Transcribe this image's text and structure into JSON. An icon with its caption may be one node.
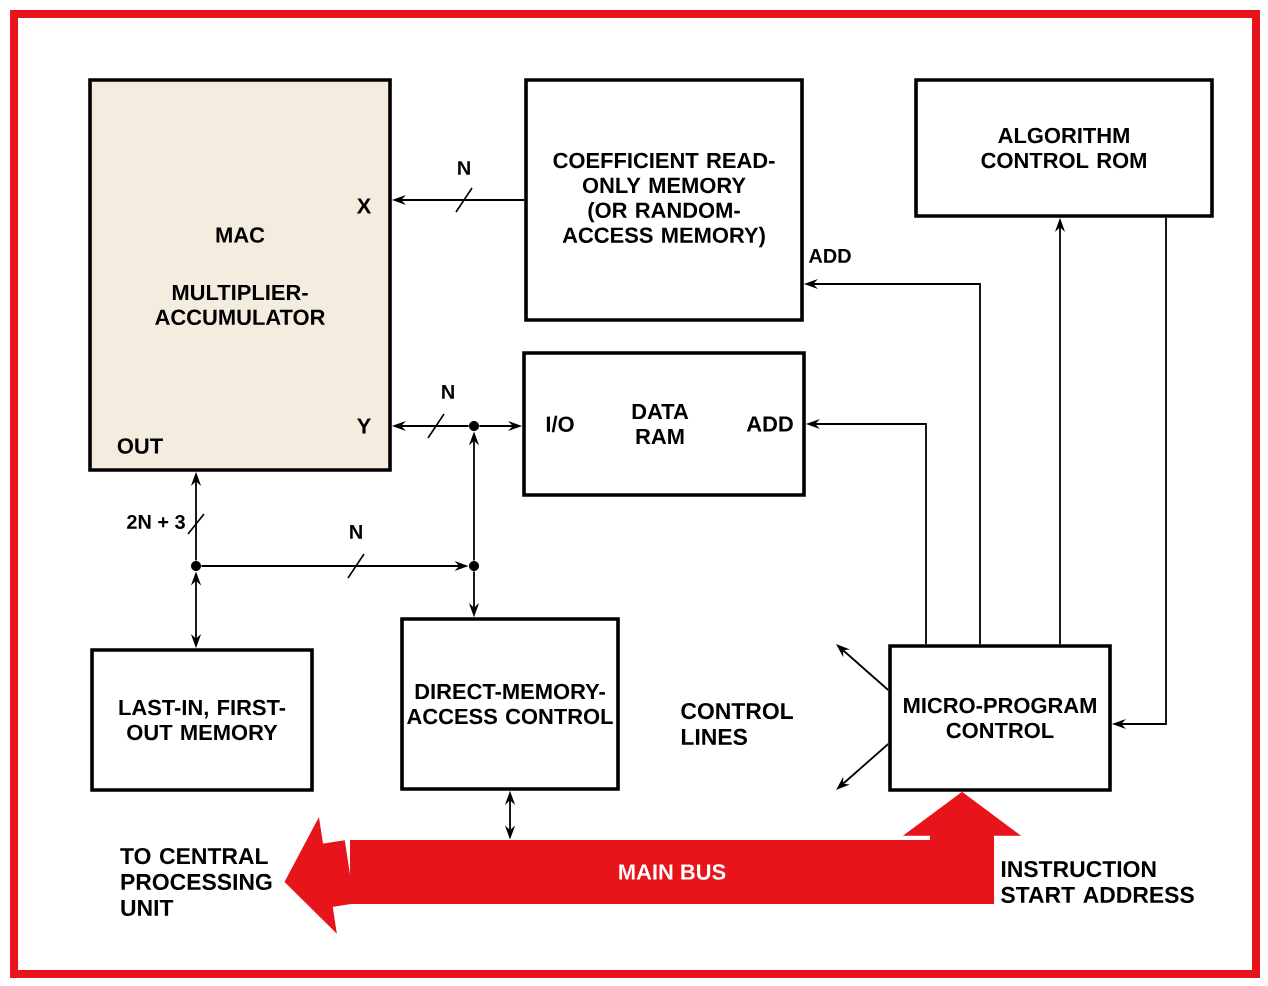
{
  "diagram": {
    "nodes": [
      {
        "text": [
          "MAC",
          "MULTIPLIER-ACCUMULATOR",
          "X",
          "Y",
          "OUT"
        ]
      },
      {
        "text": [
          "COEFFICIENT READ-ONLY MEMORY (OR RANDOM-ACCESS MEMORY)"
        ]
      },
      {
        "text": [
          "ALGORITHM CONTROL ROM"
        ]
      },
      {
        "text": [
          "I/O",
          "DATA RAM",
          "ADD"
        ]
      },
      {
        "text": [
          "LAST-IN, FIRST-OUT MEMORY"
        ]
      },
      {
        "text": [
          "DIRECT-MEMORY-ACCESS CONTROL"
        ]
      },
      {
        "text": [
          "MICRO-PROGRAM CONTROL"
        ]
      },
      {
        "text": [],
        "shape": "circle"
      },
      {
        "text": [],
        "shape": "circle"
      },
      {
        "text": [],
        "shape": "circle"
      },
      {
        "text": [
          "MAIN BUS"
        ]
      },
      {
        "text": [
          "TO CENTRAL PROCESSING UNIT"
        ]
      }
    ],
    "edges": [
      {
        "from": 1,
        "to": 0,
        "arrow": "to",
        "label": "N"
      },
      {
        "from": 7,
        "to": 0,
        "arrow": "to",
        "label": "N"
      },
      {
        "from": 7,
        "to": 3,
        "arrow": "to"
      },
      {
        "from": 9,
        "to": 7,
        "arrow": "to"
      },
      {
        "from": 9,
        "to": 5,
        "arrow": "to"
      },
      {
        "from": 8,
        "to": 0,
        "arrow": "to",
        "label": "2N + 3"
      },
      {
        "from": 8,
        "to": 4,
        "arrow": "both"
      },
      {
        "from": 8,
        "to": 9,
        "arrow": "to",
        "label": "N"
      },
      {
        "from": 5,
        "to": 10,
        "arrow": "both"
      },
      {
        "from": 10,
        "to": 11,
        "arrow": "to",
        "style": "thick",
        "color": "#e8141c"
      },
      {
        "from": 10,
        "to": 6,
        "arrow": "to",
        "style": "thick",
        "color": "#e8141c"
      },
      {
        "from": 6,
        "to": 1,
        "arrow": "to",
        "label": "ADD"
      },
      {
        "from": 6,
        "to": 3,
        "arrow": "to"
      },
      {
        "from": 6,
        "to": 2,
        "arrow": "to"
      },
      {
        "from": 2,
        "to": 6,
        "arrow": "to"
      },
      {
        "from": 6,
        "to": null,
        "arrow": "to"
      },
      {
        "from": 6,
        "to": null,
        "arrow": "to"
      }
    ],
    "labels": [
      "CONTROL LINES",
      "INSTRUCTION START ADDRESS"
    ]
  }
}
